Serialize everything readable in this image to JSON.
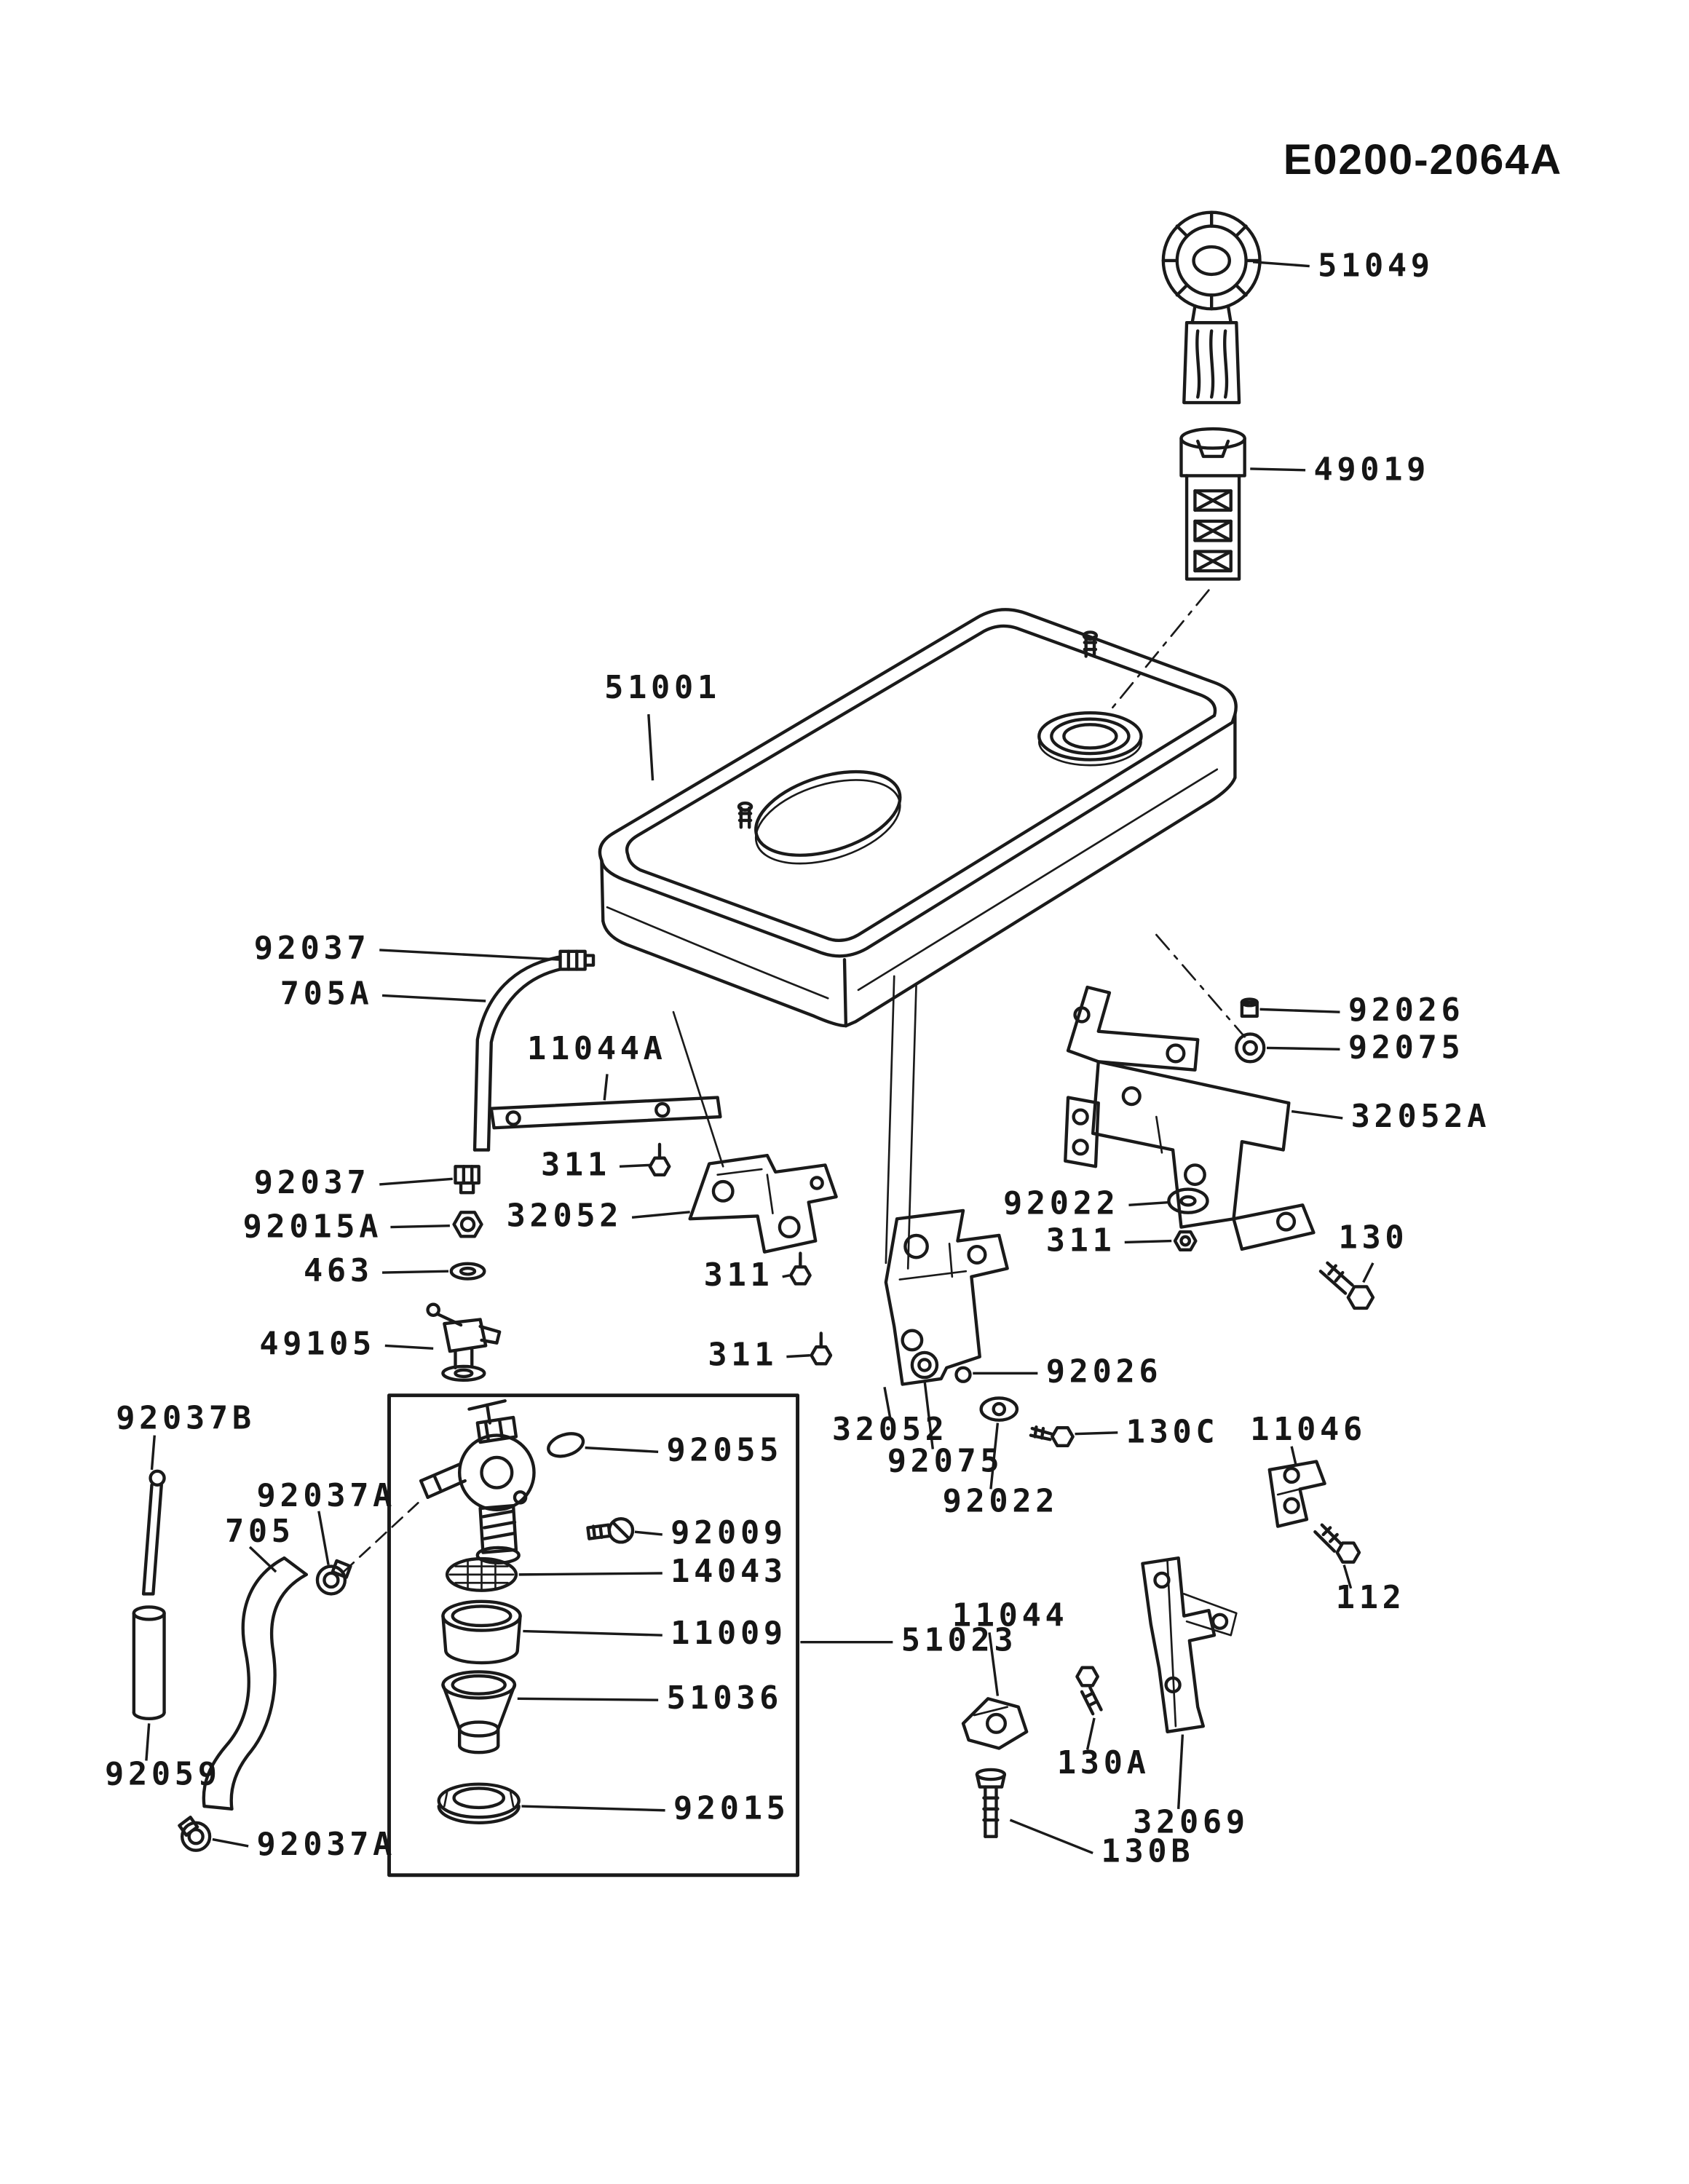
{
  "diagram": {
    "code": "E0200-2064A",
    "parts": {
      "p51049": "51049",
      "p49019": "49019",
      "p51001": "51001",
      "p92037_top": "92037",
      "p705A": "705A",
      "p11044A": "11044A",
      "p311_a": "311",
      "p92037_mid": "92037",
      "p92015A": "92015A",
      "p32052_left": "32052",
      "p463": "463",
      "p311_b": "311",
      "p49105": "49105",
      "p311_c": "311",
      "p92026_r": "92026",
      "p92075_r": "92075",
      "p32052A": "32052A",
      "p92022_r": "92022",
      "p311_r": "311",
      "p130": "130",
      "p92026_c": "92026",
      "p32052_c": "32052",
      "p130C": "130C",
      "p92075_c": "92075",
      "p11046": "11046",
      "p92022_c": "92022",
      "p92037B": "92037B",
      "p92055": "92055",
      "p92037A_u": "92037A",
      "p705": "705",
      "p92009": "92009",
      "p14043": "14043",
      "p11009": "11009",
      "p51023": "51023",
      "p11044": "11044",
      "p112": "112",
      "p51036": "51036",
      "p130A": "130A",
      "p92059": "92059",
      "p32069": "32069",
      "p92015": "92015",
      "p92037A_l": "92037A",
      "p130B": "130B"
    }
  }
}
